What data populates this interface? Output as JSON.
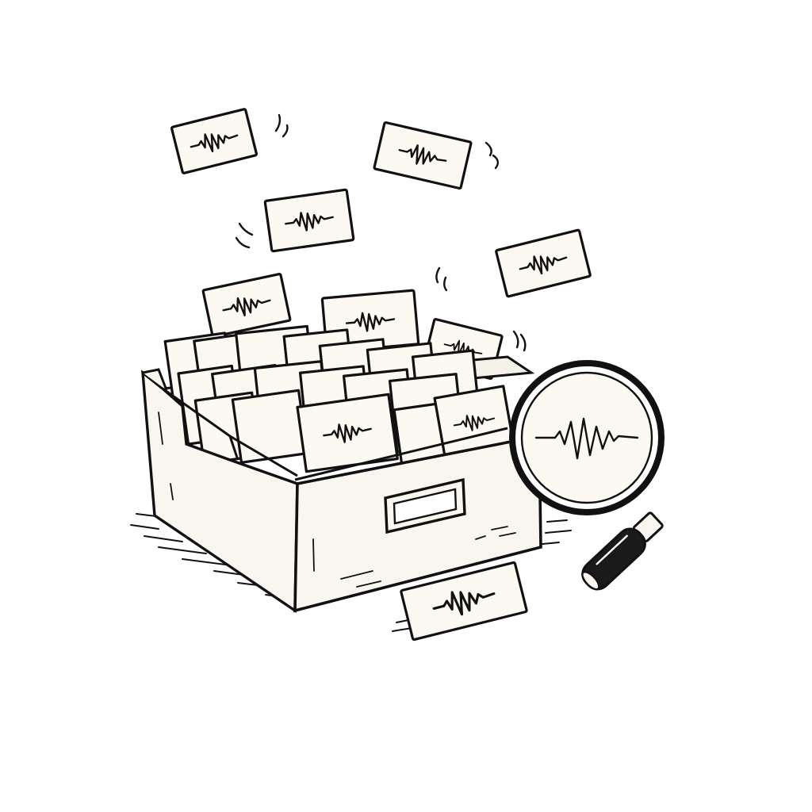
{
  "illustration": {
    "subject": "card-file-box-with-waveform-cards-and-magnifier",
    "colors": {
      "background": "#ffffff",
      "ink": "#111111",
      "paper": "#fbf9f1",
      "box": "#f8f6ee"
    },
    "icons": [
      "waveform-icon",
      "magnifying-glass-icon",
      "card-drawer-icon"
    ],
    "floating_card_count": 7,
    "filed_card_count": 18
  }
}
